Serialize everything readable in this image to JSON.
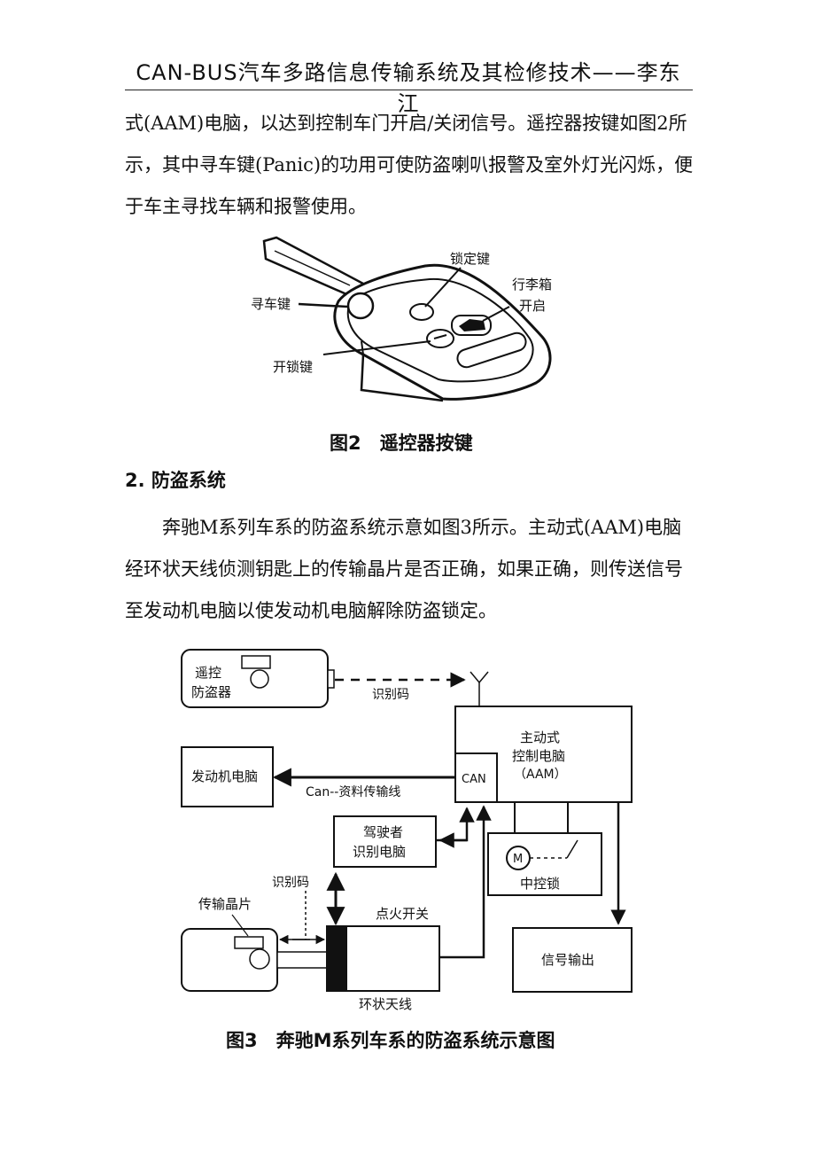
{
  "header": {
    "running_title": "CAN-BUS汽车多路信息传输系统及其检修技术——李东江"
  },
  "paragraphs": {
    "intro": "式(AAM)电脑，以达到控制车门开启/关闭信号。遥控器按键如图2所示，其中寻车键(Panic)的功用可使防盗喇叭报警及室外灯光闪烁，便于车主寻找车辆和报警使用。",
    "antitheft": "奔驰M系列车系的防盗系统示意如图3所示。主动式(AAM)电脑经环状天线侦测钥匙上的传输晶片是否正确，如果正确，则传送信号至发动机电脑以使发动机电脑解除防盗锁定。"
  },
  "figure2": {
    "caption": "图2　遥控器按键",
    "labels": {
      "lock": "锁定键",
      "trunk_line1": "行李箱",
      "trunk_line2": "开启",
      "panic": "寻车键",
      "unlock": "开锁键"
    }
  },
  "section": {
    "heading": "2. 防盗系统"
  },
  "figure3": {
    "caption": "图3　奔驰M系列车系的防盗系统示意图",
    "labels": {
      "remote_line1": "遥控",
      "remote_line2": "防盗器",
      "id_code_top": "识别码",
      "aam_line1": "主动式",
      "aam_line2": "控制电脑",
      "aam_line3": "（AAM）",
      "can": "CAN",
      "engine_ecu": "发动机电脑",
      "can_line": "Can--资料传输线",
      "driver_line1": "驾驶者",
      "driver_line2": "识别电脑",
      "motor": "M",
      "central_lock": "中控锁",
      "id_code_bottom": "识别码",
      "chip": "传输晶片",
      "ignition": "点火开关",
      "signal_out": "信号输出",
      "ring_antenna": "环状天线"
    }
  }
}
